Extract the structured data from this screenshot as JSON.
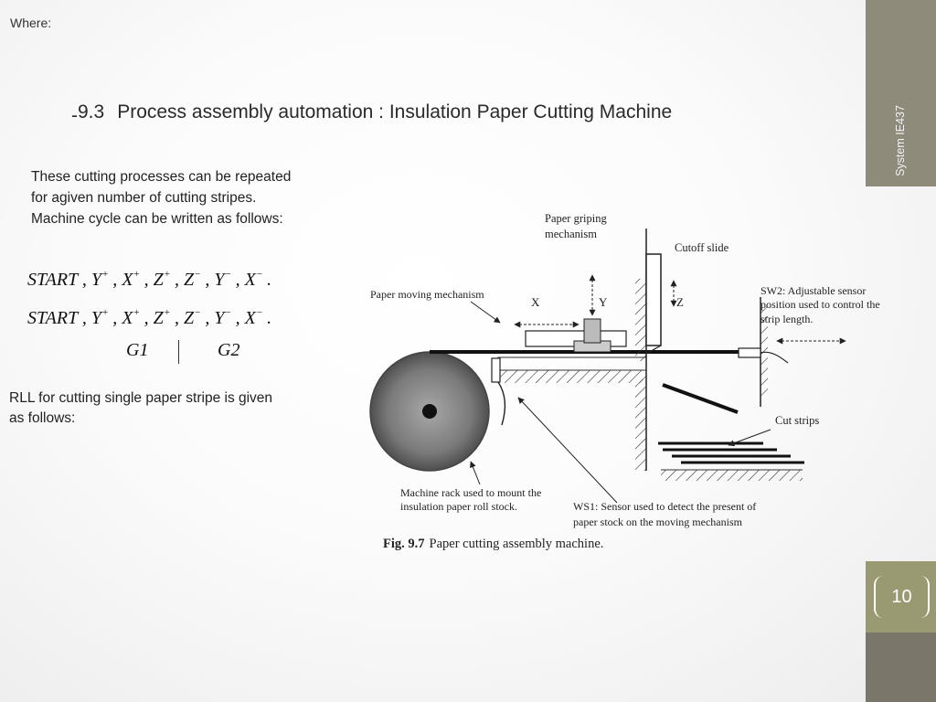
{
  "header": {
    "where": "Where:"
  },
  "title": {
    "number": "9.3",
    "text": "Process assembly automation : Insulation Paper Cutting Machine"
  },
  "intro": {
    "line1": "These cutting processes can be repeated",
    "line2": "for agiven number of cutting stripes.",
    "line3": "Machine cycle can be written as follows:"
  },
  "equations": {
    "eq1": {
      "start": "START",
      "terms": [
        [
          "Y",
          "+"
        ],
        [
          "X",
          "+"
        ],
        [
          "Z",
          "+"
        ],
        [
          "Z",
          "−"
        ],
        [
          "Y",
          "−"
        ],
        [
          "X",
          "−"
        ]
      ],
      "end": "."
    },
    "eq2": {
      "start": "START",
      "terms": [
        [
          "Y",
          "+"
        ],
        [
          "X",
          "+"
        ],
        [
          "Z",
          "+"
        ],
        [
          "Z",
          "−"
        ],
        [
          "Y",
          "−"
        ],
        [
          "X",
          "−"
        ]
      ],
      "end": "."
    },
    "g1": "G1",
    "g2": "G2"
  },
  "rll": {
    "line1": "RLL for cutting single paper stripe is given",
    "line2": "as follows:"
  },
  "sidebar": {
    "label": "System IE437",
    "page_number": "10"
  },
  "figure": {
    "labels": {
      "griping": [
        "Paper griping",
        "mechanism"
      ],
      "cutoff": "Cutoff slide",
      "moving": "Paper moving mechanism",
      "x": "X",
      "y": "Y",
      "z": "Z",
      "sw2": [
        "SW2: Adjustable sensor",
        "position used to control the",
        "strip length."
      ],
      "cut_strips": "Cut strips",
      "rack": [
        "Machine rack used to mount the",
        "insulation paper roll stock."
      ],
      "ws1": [
        "WS1: Sensor used to detect the present of",
        "paper stock on the moving mechanism"
      ],
      "caption_bold": "Fig. 9.7",
      "caption": "Paper cutting assembly machine."
    }
  },
  "colors": {
    "sidebar_top": "#8e8b7a",
    "sidebar_mid": "#9a9a72",
    "sidebar_bottom": "#7a776a"
  }
}
